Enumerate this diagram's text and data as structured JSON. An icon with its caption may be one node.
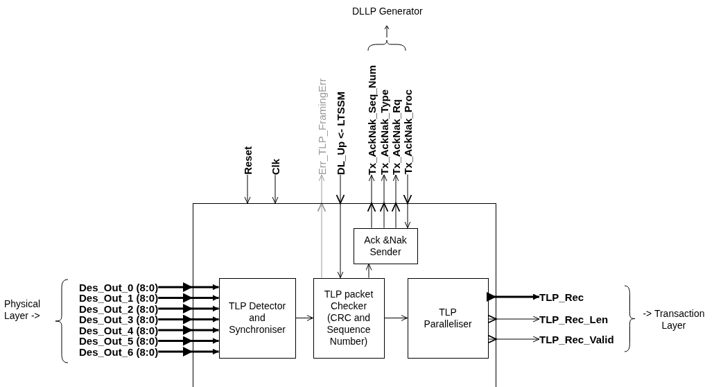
{
  "diagram": {
    "nodes": [
      {
        "text": [],
        "shape": "box"
      },
      {
        "text": [
          "TLP Detector and Synchroniser"
        ],
        "in": 0
      },
      {
        "text": [
          "TLP packet Checker (CRC and Sequence Number)"
        ],
        "in": 0
      },
      {
        "text": [
          "TLP Paralleliser"
        ],
        "in": 0
      },
      {
        "text": [
          "Ack &Nak Sender"
        ],
        "in": 0
      },
      {
        "text": [
          "Des_Out_0 (8:0)"
        ]
      },
      {
        "text": [
          "Des_Out_1 (8:0)"
        ]
      },
      {
        "text": [
          "Des_Out_2 (8:0)"
        ]
      },
      {
        "text": [
          "Des_Out_3 (8:0)"
        ]
      },
      {
        "text": [
          "Des_Out_4 (8:0)"
        ]
      },
      {
        "text": [
          "Des_Out_5 (8:0)"
        ]
      },
      {
        "text": [
          "Des_Out_6 (8:0)"
        ]
      },
      {
        "text": [
          "Reset"
        ]
      },
      {
        "text": [
          "Clk"
        ]
      },
      {
        "text": [
          "Err_TLP_FramingErr"
        ]
      },
      {
        "text": [
          "**DL_Up** <- LTSSM"
        ]
      },
      {
        "text": [
          "Tx_AckNak_Seq_Num"
        ]
      },
      {
        "text": [
          "Tx_AckNak_Type"
        ]
      },
      {
        "text": [
          "Tx_AckNak_Rq"
        ]
      },
      {
        "text": [
          "Tx_AckNak_Proc"
        ]
      },
      {
        "text": [
          "TLP_Rec"
        ]
      },
      {
        "text": [
          "TLP_Rec_Len"
        ]
      },
      {
        "text": [
          "TLP_Rec_Valid"
        ]
      }
    ],
    "edges": [
      {
        "from": 5,
        "to": 1,
        "arrow": "to",
        "style": "thick"
      },
      {
        "from": 6,
        "to": 1,
        "arrow": "to",
        "style": "thick"
      },
      {
        "from": 7,
        "to": 1,
        "arrow": "to",
        "style": "thick"
      },
      {
        "from": 8,
        "to": 1,
        "arrow": "to",
        "style": "thick"
      },
      {
        "from": 9,
        "to": 1,
        "arrow": "to",
        "style": "thick"
      },
      {
        "from": 10,
        "to": 1,
        "arrow": "to",
        "style": "thick"
      },
      {
        "from": 11,
        "to": 1,
        "arrow": "to",
        "style": "thick"
      },
      {
        "from": 12,
        "to": 0,
        "arrow": "to"
      },
      {
        "from": 13,
        "to": 0,
        "arrow": "to"
      },
      {
        "from": 2,
        "to": 14,
        "arrow": "to",
        "color": "#999999"
      },
      {
        "from": 15,
        "to": 2,
        "arrow": "to"
      },
      {
        "from": 4,
        "to": 16,
        "arrow": "to"
      },
      {
        "from": 4,
        "to": 17,
        "arrow": "to"
      },
      {
        "from": 4,
        "to": 18,
        "arrow": "to"
      },
      {
        "from": 19,
        "to": 4,
        "arrow": "to"
      },
      {
        "from": 2,
        "to": 4,
        "arrow": "to"
      },
      {
        "from": 1,
        "to": 2,
        "arrow": "to"
      },
      {
        "from": 2,
        "to": 3,
        "arrow": "to"
      },
      {
        "from": 3,
        "to": 20,
        "arrow": "to",
        "style": "thick"
      },
      {
        "from": 3,
        "to": 21,
        "arrow": "to"
      },
      {
        "from": 3,
        "to": 22,
        "arrow": "to"
      }
    ],
    "labels": [
      "DLLP Generator",
      "Physical Layer ->",
      "-> Transaction Layer"
    ]
  }
}
